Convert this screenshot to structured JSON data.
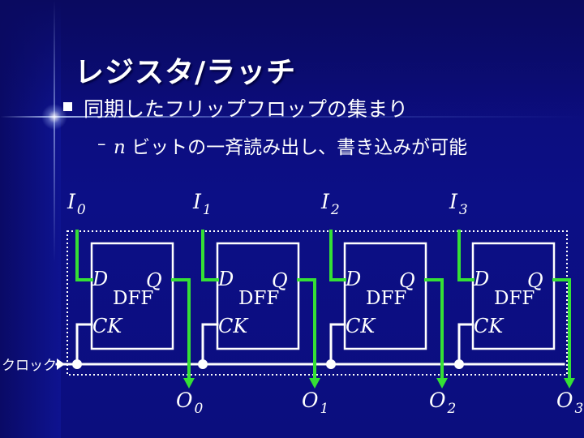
{
  "slide": {
    "title": "レジスタ/ラッチ",
    "bullet": "同期したフリップフロップの集まり",
    "sub_dash": "–",
    "sub_var": "n",
    "sub_text": "ビットの一斉読み出し、書き込みが可能"
  },
  "diagram": {
    "clock_label": "クロック",
    "inputs": [
      {
        "letter": "I",
        "sub": "0"
      },
      {
        "letter": "I",
        "sub": "1"
      },
      {
        "letter": "I",
        "sub": "2"
      },
      {
        "letter": "I",
        "sub": "3"
      }
    ],
    "outputs": [
      {
        "letter": "O",
        "sub": "0"
      },
      {
        "letter": "O",
        "sub": "1"
      },
      {
        "letter": "O",
        "sub": "2"
      },
      {
        "letter": "O",
        "sub": "3"
      }
    ],
    "flipflops": [
      {
        "d": "D",
        "q": "Q",
        "name": "DFF",
        "ck": "CK"
      },
      {
        "d": "D",
        "q": "Q",
        "name": "DFF",
        "ck": "CK"
      },
      {
        "d": "D",
        "q": "Q",
        "name": "DFF",
        "ck": "CK"
      },
      {
        "d": "D",
        "q": "Q",
        "name": "DFF",
        "ck": "CK"
      }
    ],
    "wire_color": "#35e035",
    "clock_wire_color": "#ffffff"
  }
}
